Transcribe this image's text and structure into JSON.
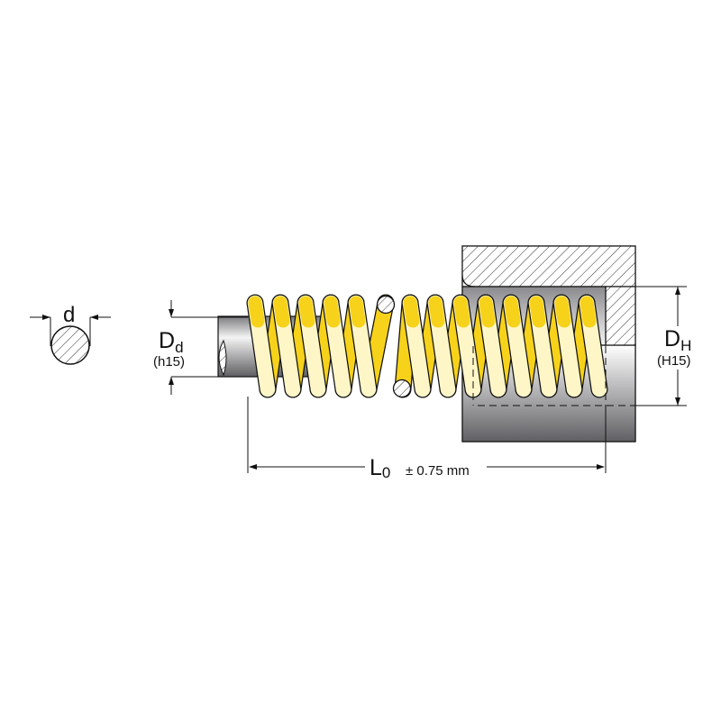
{
  "wire": {
    "label": "d"
  },
  "rod_diameter": {
    "symbol": "D",
    "subscript": "d",
    "tolerance": "(h15)"
  },
  "bore_diameter": {
    "symbol": "D",
    "subscript": "H",
    "tolerance": "(H15)"
  },
  "free_length": {
    "symbol": "L",
    "subscript": "0",
    "tolerance": "± 0.75 mm"
  },
  "colors": {
    "spring": "#f7d21a",
    "spring_light": "#fff6c8",
    "steel_dark": "#6e6e72",
    "steel_light": "#f2f2f2",
    "line": "#111111"
  }
}
